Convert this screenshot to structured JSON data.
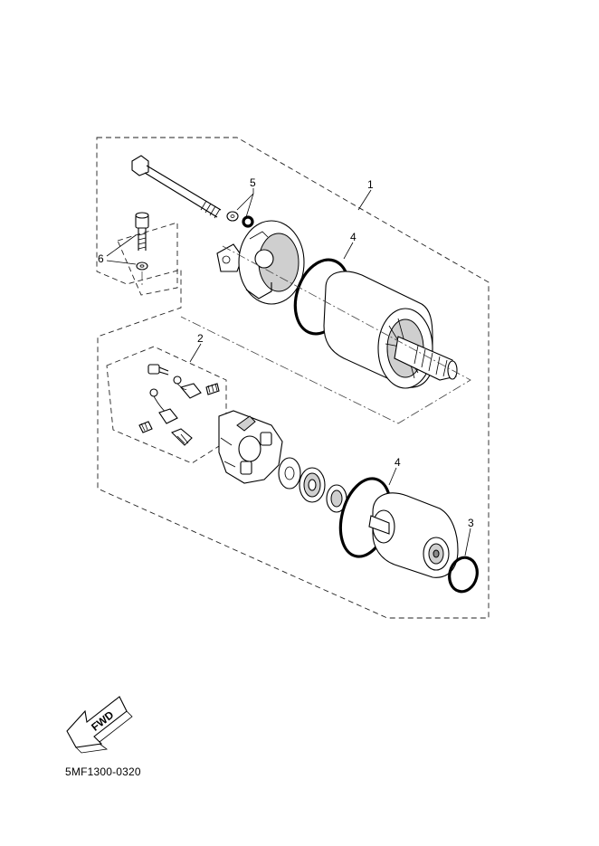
{
  "callouts": {
    "c1": "1",
    "c2": "2",
    "c3": "3",
    "c4a": "4",
    "c4b": "4",
    "c5": "5",
    "c6": "6"
  },
  "fwd_label": "FWD",
  "reference_code": "5MF1300-0320"
}
